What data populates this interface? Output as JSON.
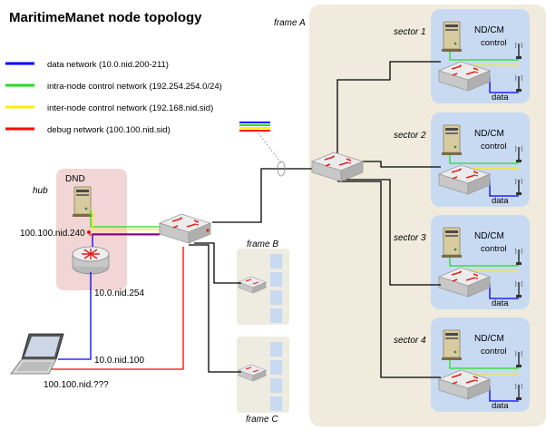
{
  "title": "MaritimeManet node topology",
  "legend": [
    {
      "label": "data network (10.0.nid.200-211)",
      "color": "#0000ff"
    },
    {
      "label": "intra-node control network (192.254.254.0/24)",
      "color": "#22dd22"
    },
    {
      "label": "inter-node control network (192.168.nid.sid)",
      "color": "#ffee00"
    },
    {
      "label": "debug network (100.100.nid.sid)",
      "color": "#ff0000"
    }
  ],
  "hub": {
    "label": "hub",
    "dnd_label": "DND",
    "ip_debug": "100.100.nid.240",
    "ip_data": "10.0.nid.254"
  },
  "laptop": {
    "ip_data": "10.0.nid.100",
    "ip_debug": "100.100.nid.???"
  },
  "frames": {
    "frame_a": "frame A",
    "frame_b": "frame B",
    "frame_c": "frame C"
  },
  "sectors": [
    {
      "label": "sector 1",
      "nd_label": "ND/CM",
      "control_label": "control",
      "data_label": "data"
    },
    {
      "label": "sector 2",
      "nd_label": "ND/CM",
      "control_label": "control",
      "data_label": "data"
    },
    {
      "label": "sector 3",
      "nd_label": "ND/CM",
      "control_label": "control",
      "data_label": "data"
    },
    {
      "label": "sector 4",
      "nd_label": "ND/CM",
      "control_label": "control",
      "data_label": "data"
    }
  ],
  "icons": {
    "server": "server-icon",
    "switch": "network-switch-icon",
    "router": "router-icon",
    "antenna": "antenna-icon",
    "laptop": "laptop-icon"
  },
  "colors": {
    "frame_a_bg": "#f0ebdc",
    "frame_bc_bg": "#eeebe0",
    "hub_bg": "#f2d6d6",
    "sector_bg": "#c8daf2"
  }
}
